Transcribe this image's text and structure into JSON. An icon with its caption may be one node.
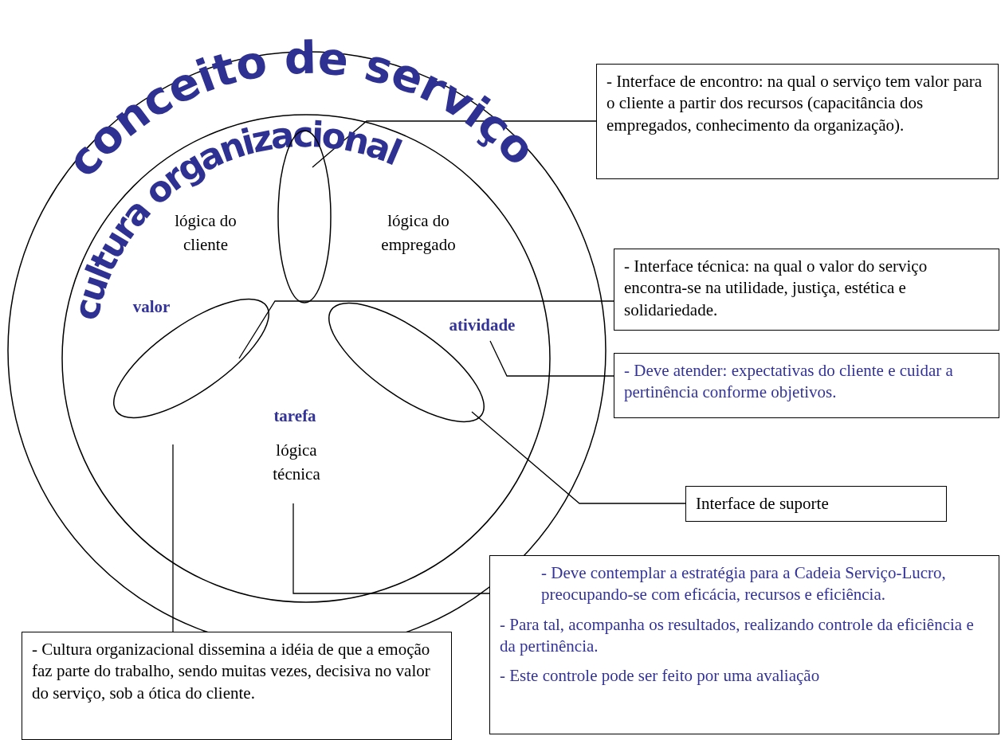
{
  "diagram": {
    "nodes": [
      {
        "text": [
          "conceito de serviço"
        ]
      },
      {
        "text": [
          "cultura organizacional"
        ],
        "in": 0
      },
      {
        "text": [],
        "shape": "ellipse",
        "in": 1
      },
      {
        "text": [],
        "shape": "ellipse",
        "in": 1
      },
      {
        "text": [],
        "shape": "ellipse",
        "in": 1
      },
      {
        "text": [
          "lógica do cliente"
        ],
        "in": 1
      },
      {
        "text": [
          "lógica do empregado"
        ],
        "in": 1
      },
      {
        "text": [
          "valor"
        ],
        "in": 1
      },
      {
        "text": [
          "atividade"
        ],
        "in": 1
      },
      {
        "text": [
          "tarefa"
        ],
        "in": 1
      },
      {
        "text": [
          "lógica técnica"
        ],
        "in": 1
      },
      {
        "text": [
          "- Interface de encontro: na qual o serviço tem valor para o cliente a partir dos recursos (capacitância dos empregados, conhecimento da organização)."
        ]
      },
      {
        "text": [
          "- Interface técnica: na qual o valor do serviço encontra-se na utilidade, justiça, estética e solidariedade."
        ]
      },
      {
        "text": [
          "- Deve atender: expectativas do cliente e cuidar a pertinência conforme objetivos."
        ]
      },
      {
        "text": [
          "Interface de suporte"
        ]
      },
      {
        "text": [
          "- Deve contemplar a estratégia para a Cadeia Serviço-Lucro, preocupando-se com eficácia, recursos e eficiência.",
          "- Para tal, acompanha os resultados, realizando controle da eficiência e da pertinência.",
          "- Este controle pode ser feito por uma avaliação"
        ]
      },
      {
        "text": [
          "- Cultura organizacional dissemina a idéia de que a emoção faz parte do trabalho, sendo muitas vezes, decisiva no valor do serviço, sob a ótica do cliente."
        ]
      }
    ],
    "edges": [
      {
        "from": 11,
        "to": 2,
        "arrow": "none"
      },
      {
        "from": 12,
        "to": 3,
        "arrow": "none"
      },
      {
        "from": 13,
        "to": 8,
        "arrow": "none"
      },
      {
        "from": 14,
        "to": 4,
        "arrow": "none"
      },
      {
        "from": 15,
        "to": 10,
        "arrow": "none"
      },
      {
        "from": 16,
        "to": 1,
        "arrow": "none"
      }
    ]
  }
}
